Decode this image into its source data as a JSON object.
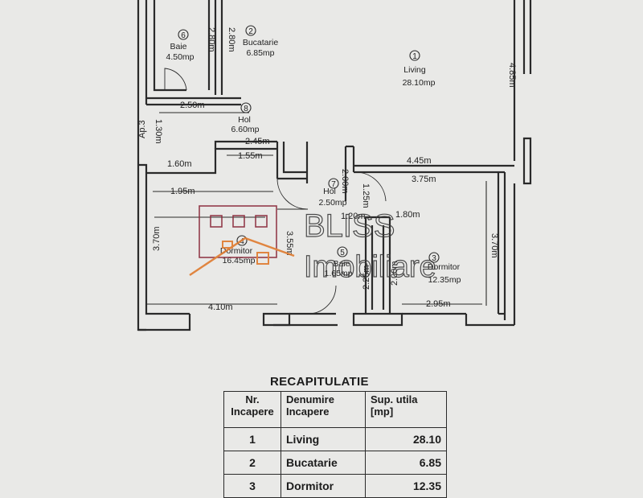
{
  "rooms": [
    {
      "id": "1",
      "name": "Living",
      "area": "28.10mp"
    },
    {
      "id": "2",
      "name": "Bucatarie",
      "area": "6.85mp"
    },
    {
      "id": "3",
      "name": "Dormitor",
      "area": "12.35mp"
    },
    {
      "id": "4",
      "name": "Dormitor",
      "area": "16.45mp"
    },
    {
      "id": "5",
      "name": "Baie",
      "area": "1.65mp"
    },
    {
      "id": "6",
      "name": "Baie",
      "area": "4.50mp"
    },
    {
      "id": "7",
      "name": "Hol",
      "area": "2.50mp"
    },
    {
      "id": "8",
      "name": "Hol",
      "area": "6.60mp"
    }
  ],
  "dimensions": [
    "2.80m",
    "2.80m",
    "4.85m",
    "2.50m",
    "1.30m",
    "2.45m",
    "1.60m",
    "1.55m",
    "4.45m",
    "3.75m",
    "2.00m",
    "1.25m",
    "1.20m",
    "1.80m",
    "1.95m",
    "3.70m",
    "3.55m",
    "3.70m",
    "2.95m",
    "4.10m",
    "2.25m",
    "2.00m"
  ],
  "annotation_ap": "Ap.3",
  "watermark": {
    "brand": "BLISS",
    "sub": "Imobiliare"
  },
  "recap": {
    "title": "RECAPITULATIE",
    "headers": [
      "Nr.\nIncapere",
      "Denumire\nIncapere",
      "Sup.  utila\n[mp]"
    ],
    "rows": [
      [
        "1",
        "Living",
        "28.10"
      ],
      [
        "2",
        "Bucatarie",
        "6.85"
      ],
      [
        "3",
        "Dormitor",
        "12.35"
      ]
    ]
  }
}
